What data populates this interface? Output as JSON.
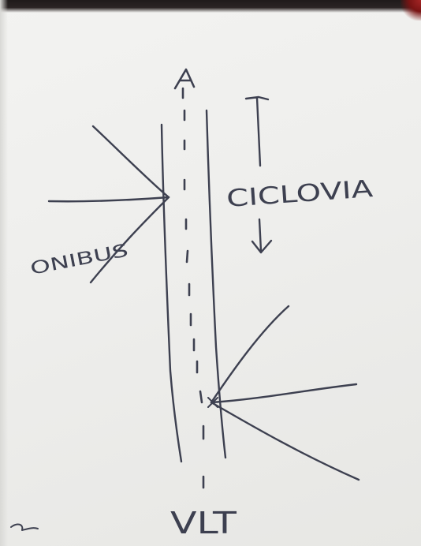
{
  "labels": {
    "top_right": "CICLOVIA",
    "left": "ONIBUS",
    "bottom": "VLT"
  },
  "ink_color": "#3d4050",
  "paper_color": "#efefed"
}
